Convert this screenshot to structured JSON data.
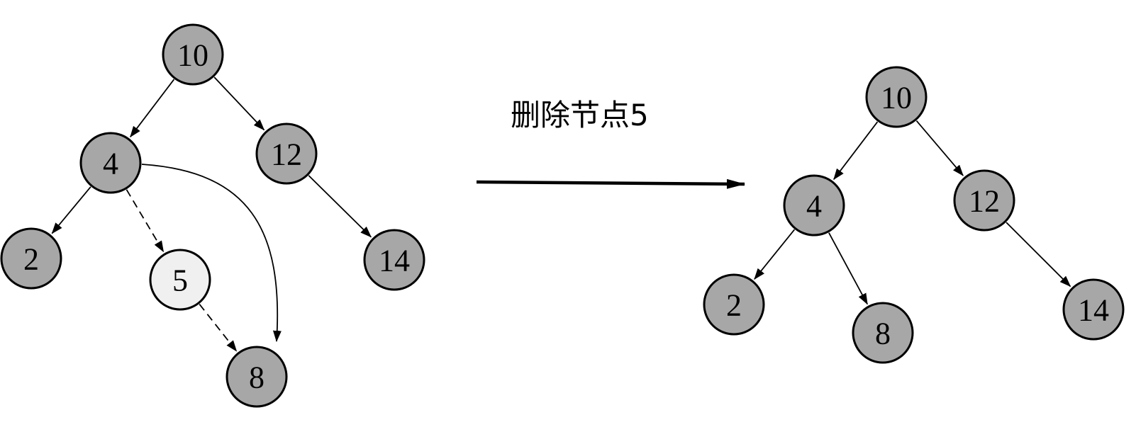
{
  "operation": {
    "label": "删除节点5"
  },
  "colors": {
    "node_fill": "#a7a7a7",
    "deleted_node_fill": "#f0f0f0",
    "stroke": "#000000"
  },
  "before": {
    "nodes": [
      {
        "id": "b10",
        "label": "10",
        "deleted": false
      },
      {
        "id": "b4",
        "label": "4",
        "deleted": false
      },
      {
        "id": "b12",
        "label": "12",
        "deleted": false
      },
      {
        "id": "b2",
        "label": "2",
        "deleted": false
      },
      {
        "id": "b5",
        "label": "5",
        "deleted": true
      },
      {
        "id": "b14",
        "label": "14",
        "deleted": false
      },
      {
        "id": "b8",
        "label": "8",
        "deleted": false
      }
    ],
    "edges": [
      {
        "from": "b10",
        "to": "b4",
        "style": "solid"
      },
      {
        "from": "b10",
        "to": "b12",
        "style": "solid"
      },
      {
        "from": "b4",
        "to": "b2",
        "style": "solid"
      },
      {
        "from": "b4",
        "to": "b5",
        "style": "dashed"
      },
      {
        "from": "b5",
        "to": "b8",
        "style": "dashed"
      },
      {
        "from": "b4",
        "to": "b8",
        "style": "curved"
      },
      {
        "from": "b12",
        "to": "b14",
        "style": "solid"
      }
    ]
  },
  "after": {
    "nodes": [
      {
        "id": "a10",
        "label": "10",
        "deleted": false
      },
      {
        "id": "a4",
        "label": "4",
        "deleted": false
      },
      {
        "id": "a12",
        "label": "12",
        "deleted": false
      },
      {
        "id": "a2",
        "label": "2",
        "deleted": false
      },
      {
        "id": "a8",
        "label": "8",
        "deleted": false
      },
      {
        "id": "a14",
        "label": "14",
        "deleted": false
      }
    ],
    "edges": [
      {
        "from": "a10",
        "to": "a4",
        "style": "solid"
      },
      {
        "from": "a10",
        "to": "a12",
        "style": "solid"
      },
      {
        "from": "a4",
        "to": "a2",
        "style": "solid"
      },
      {
        "from": "a4",
        "to": "a8",
        "style": "solid"
      },
      {
        "from": "a12",
        "to": "a14",
        "style": "solid"
      }
    ]
  }
}
